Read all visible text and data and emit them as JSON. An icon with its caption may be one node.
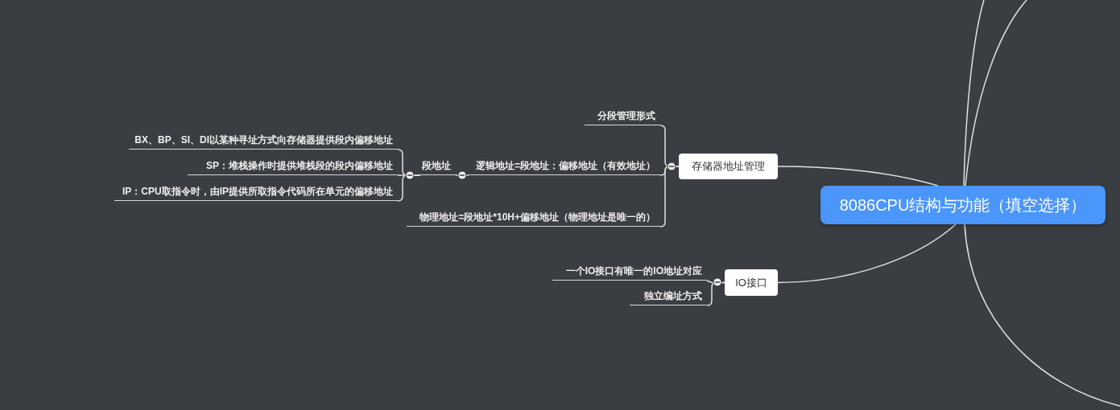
{
  "diagram": {
    "nodes": [
      {
        "text": [
          "8086CPU结构与功能（填空选择）"
        ]
      },
      {
        "text": [
          "存储器地址管理"
        ]
      },
      {
        "text": [
          "分段管理形式"
        ]
      },
      {
        "text": [
          "逻辑地址=段地址：偏移地址（有效地址）"
        ]
      },
      {
        "text": [
          "物理地址=段地址*10H+偏移地址（物理地址是唯一的）"
        ]
      },
      {
        "text": [
          "段地址"
        ]
      },
      {
        "text": [
          "BX、BP、SI、DI以某种寻址方式向存储器提供段内偏移地址"
        ]
      },
      {
        "text": [
          "SP：堆栈操作时提供堆栈段的段内偏移地址"
        ]
      },
      {
        "text": [
          "IP：CPU取指令时，由IP提供所取指令代码所在单元的偏移地址"
        ]
      },
      {
        "text": [
          "IO接口"
        ]
      },
      {
        "text": [
          "一个IO接口有唯一的IO地址对应"
        ]
      },
      {
        "text": [
          "独立编址方式"
        ]
      }
    ],
    "edges": [
      {
        "from": 0,
        "to": 1,
        "arrow": "none"
      },
      {
        "from": 1,
        "to": 2,
        "arrow": "none"
      },
      {
        "from": 1,
        "to": 3,
        "arrow": "none"
      },
      {
        "from": 1,
        "to": 4,
        "arrow": "none"
      },
      {
        "from": 3,
        "to": 5,
        "arrow": "none"
      },
      {
        "from": 5,
        "to": 6,
        "arrow": "none"
      },
      {
        "from": 5,
        "to": 7,
        "arrow": "none"
      },
      {
        "from": 5,
        "to": 8,
        "arrow": "none"
      },
      {
        "from": 0,
        "to": 9,
        "arrow": "none"
      },
      {
        "from": 9,
        "to": 10,
        "arrow": "none"
      },
      {
        "from": 9,
        "to": 11,
        "arrow": "none"
      },
      {
        "from": 0,
        "to": null,
        "arrow": "none"
      },
      {
        "from": 0,
        "to": null,
        "arrow": "none"
      },
      {
        "from": 0,
        "to": null,
        "arrow": "none"
      }
    ]
  }
}
